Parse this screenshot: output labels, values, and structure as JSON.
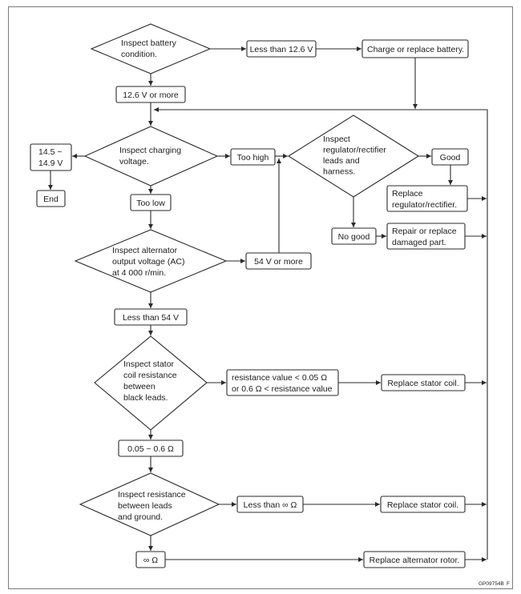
{
  "figure": {
    "code": "GP09754B",
    "suffix": "F"
  },
  "colors": {
    "line": "#2a2a2a",
    "text": "#1c1c1c",
    "frame": "#7a7a7a",
    "background": "#ffffff"
  },
  "nodes": {
    "inspect_battery": [
      "Inspect battery",
      "condition."
    ],
    "less_than_12_6v": [
      "Less than 12.6 V"
    ],
    "charge_or_replace_battery": [
      "Charge or replace battery."
    ],
    "v12_6_or_more": [
      "12.6 V or more"
    ],
    "inspect_charging_voltage": [
      "Inspect charging",
      "voltage."
    ],
    "v14_5_to_14_9": [
      "14.5 ~",
      "14.9 V"
    ],
    "end": [
      "End"
    ],
    "too_high": [
      "Too high"
    ],
    "inspect_regulator": [
      "Inspect",
      "regulator/rectifier",
      "leads and",
      "harness."
    ],
    "good": [
      "Good"
    ],
    "replace_regulator": [
      "Replace",
      "regulator/rectifier."
    ],
    "no_good": [
      "No good"
    ],
    "repair_or_replace": [
      "Repair or replace",
      "damaged part."
    ],
    "too_low": [
      "Too low"
    ],
    "inspect_alternator": [
      "Inspect alternator",
      "output voltage (AC)",
      "at 4 000 r/min."
    ],
    "v54_or_more": [
      "54 V or more"
    ],
    "less_than_54v": [
      "Less than 54 V"
    ],
    "inspect_stator": [
      "Inspect stator",
      "coil resistance",
      "between",
      "black leads."
    ],
    "resistance_out_of_range": [
      "resistance value < 0.05 Ω",
      "or 0.6 Ω < resistance value"
    ],
    "replace_stator_coil_1": [
      "Replace stator coil."
    ],
    "ohm_0_05_to_0_6": [
      "0.05 ~ 0.6 Ω"
    ],
    "inspect_resistance_ground": [
      "Inspect resistance",
      "between leads",
      "and ground."
    ],
    "less_than_infinity": [
      "Less than ∞ Ω"
    ],
    "replace_stator_coil_2": [
      "Replace stator coil."
    ],
    "infinity_ohm": [
      "∞ Ω"
    ],
    "replace_alternator_rotor": [
      "Replace alternator rotor."
    ]
  }
}
